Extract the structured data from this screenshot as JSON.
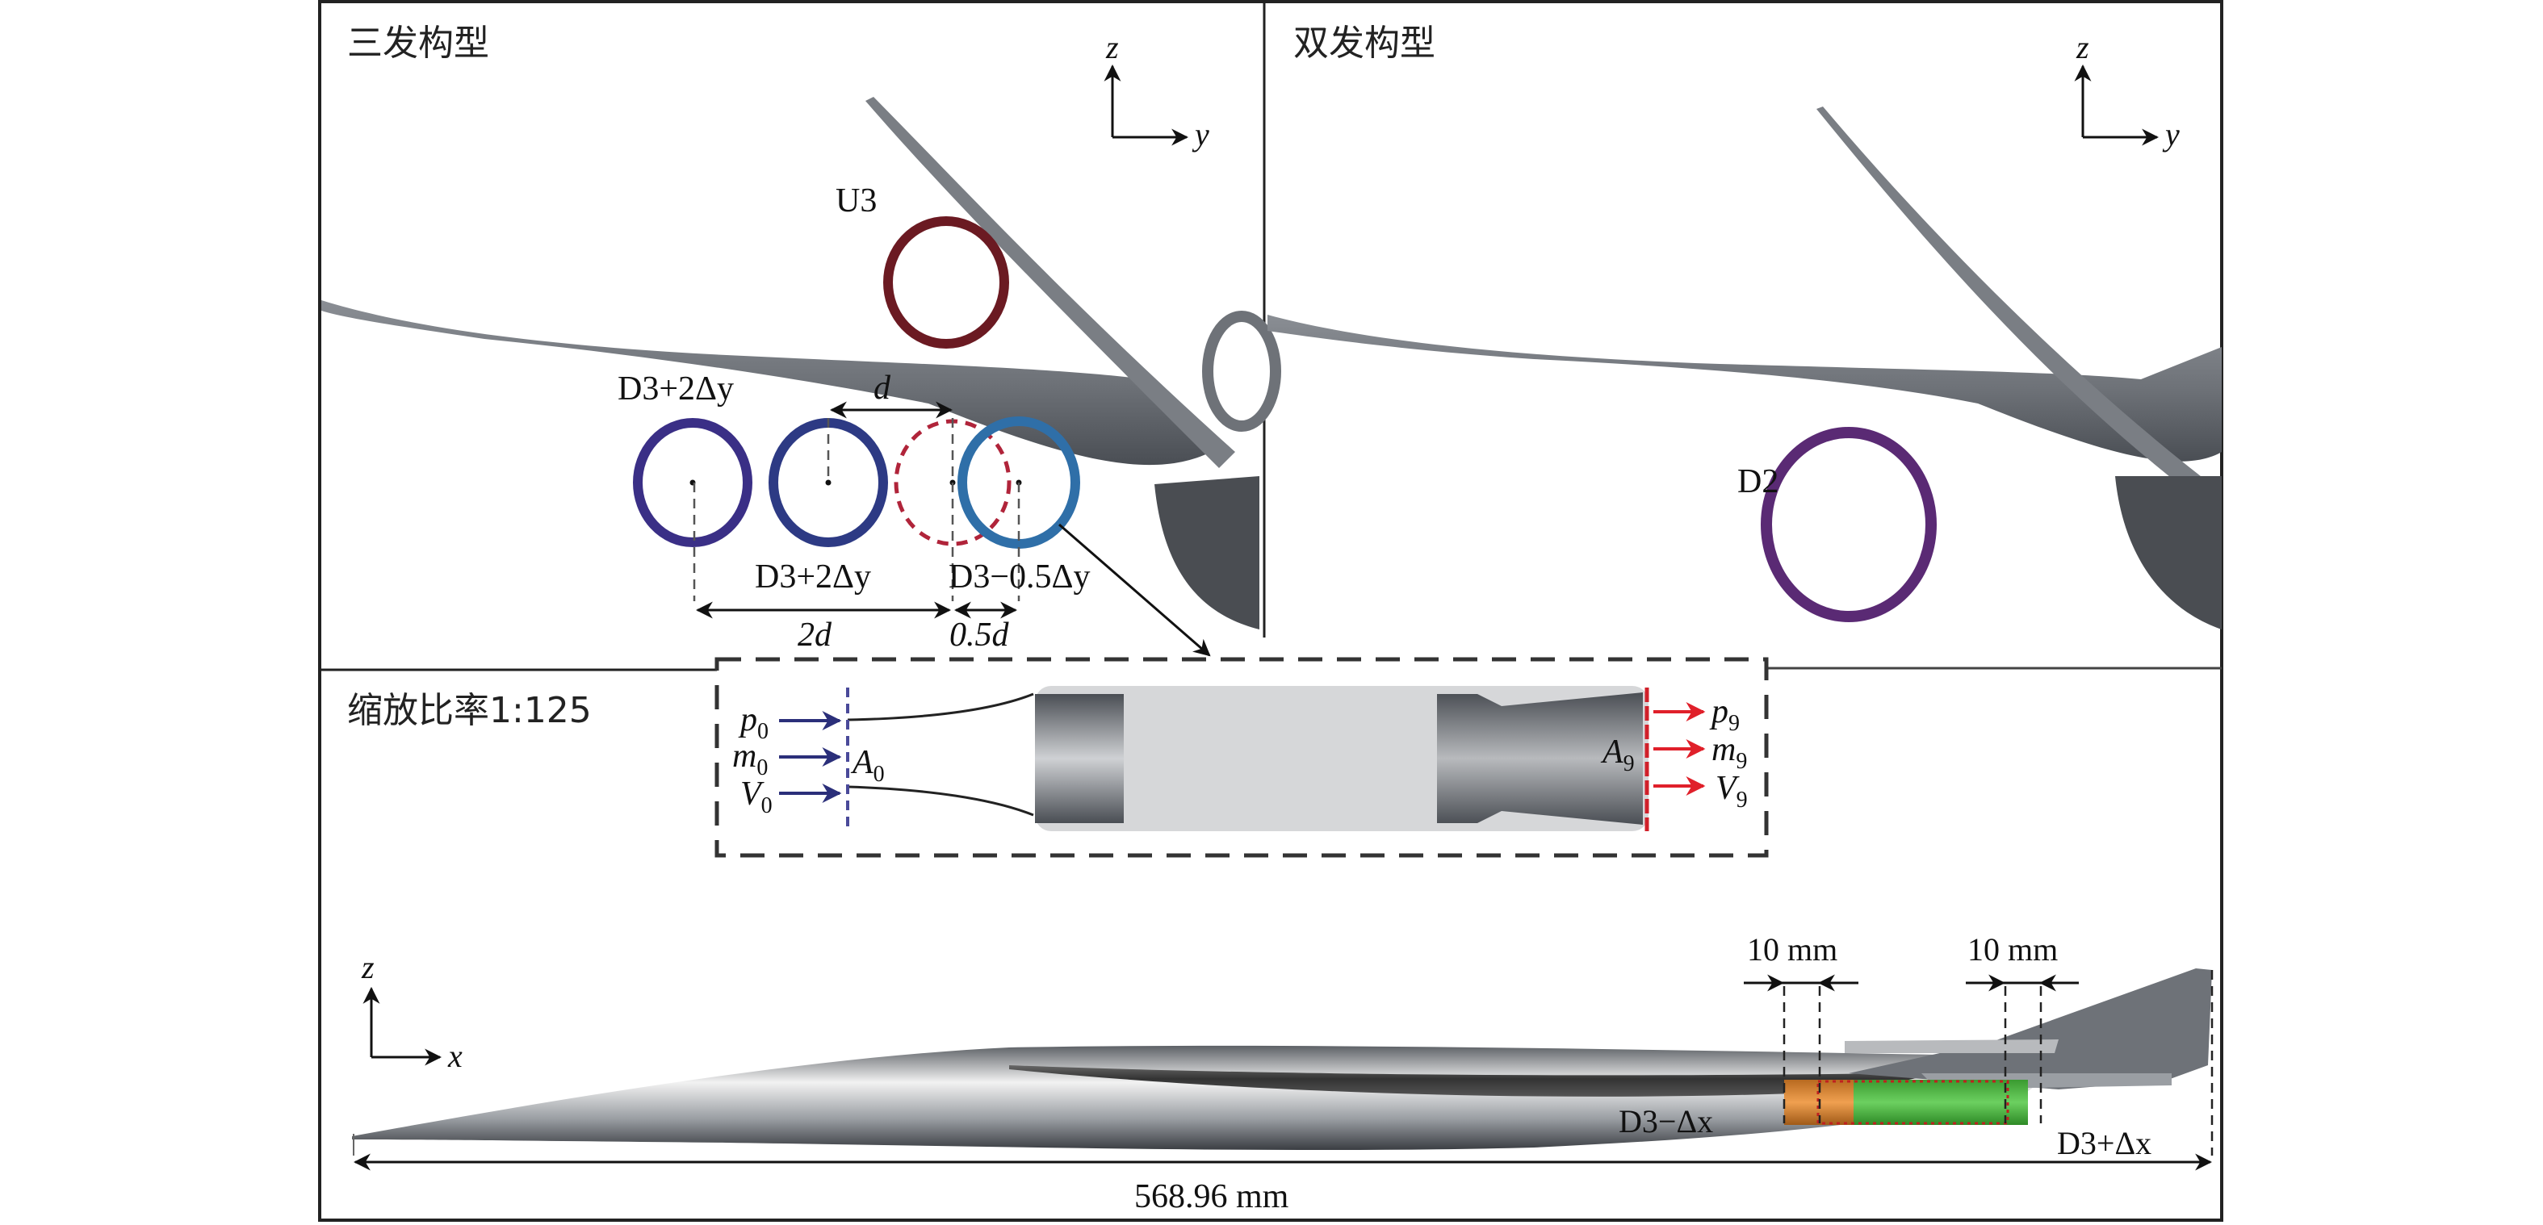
{
  "panels": {
    "triple": {
      "title": "三发构型",
      "axes": {
        "vertical": "z",
        "horizontal": "y"
      },
      "labels": {
        "u3": "U3",
        "d3_2dy_top": "D3+2Δy",
        "d_spacing": "d",
        "d3_2dy_bottom": "D3+2Δy",
        "d3_minus_half": "D3−0.5Δy",
        "two_d": "2d",
        "half_d": "0.5d"
      }
    },
    "twin": {
      "title": "双发构型",
      "axes": {
        "vertical": "z",
        "horizontal": "y"
      },
      "labels": {
        "d2": "D2"
      }
    },
    "side": {
      "title": "缩放比率1:125",
      "axes": {
        "vertical": "z",
        "horizontal": "x"
      },
      "labels": {
        "gap_left": "10 mm",
        "gap_right": "10 mm",
        "d3_minus_dx": "D3−Δx",
        "d3_plus_dx": "D3+Δx",
        "total_length": "568.96 mm"
      }
    }
  },
  "inset": {
    "inlet": {
      "p": "p",
      "m": "m",
      "V": "V",
      "A": "A",
      "sub": "0"
    },
    "outlet": {
      "p": "p",
      "m": "m",
      "V": "V",
      "A": "A",
      "sub": "9"
    }
  },
  "colors": {
    "u3_ring": "#6b1a22",
    "d3_far_ring": "#3a2f86",
    "d3_mid_ring": "#2d3a84",
    "d3_near_ring": "#2f6fa8",
    "d2_ring": "#5a2a74",
    "reference_dashed": "#b0243a",
    "inlet_arrow": "#2b2f7a",
    "outlet_arrow": "#e0202a",
    "nacelle_orange": "#e08a30",
    "nacelle_green": "#4cb840",
    "aircraft_gray": "#6e7278"
  }
}
